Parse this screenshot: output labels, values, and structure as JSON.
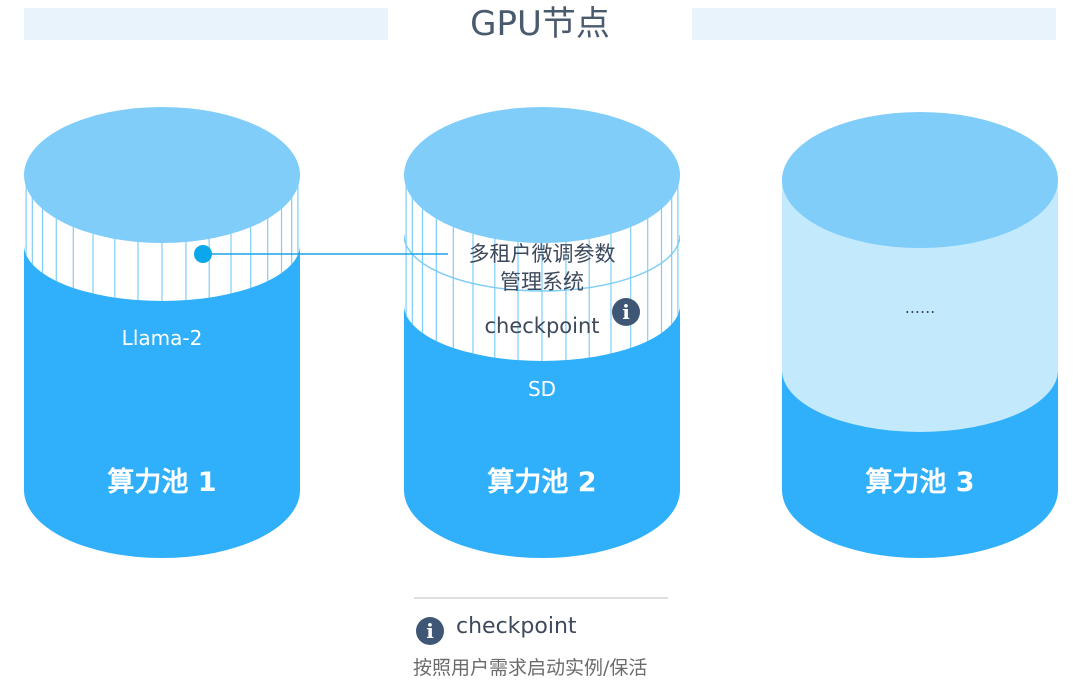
{
  "header": {
    "title": "GPU节点"
  },
  "colors": {
    "pool_body": "#30b0fb",
    "top_face": "#81cdfa",
    "band_white": "#ffffff",
    "band_lines": "#7fcdf6",
    "pool3_light": "#c3e9fd",
    "connector": "#1ba4e6",
    "banner": "#e8f3fc",
    "info_icon": "#3f5775"
  },
  "pools": [
    {
      "name": "算力池 1",
      "model": "Llama-2"
    },
    {
      "name": "算力池 2",
      "model": "SD",
      "system_label_line1": "多租户微调参数",
      "system_label_line2": "管理系统",
      "checkpoint_label": "checkpoint",
      "checkpoint_icon": "info-icon"
    },
    {
      "name": "算力池 3",
      "placeholder": "......"
    }
  ],
  "legend": {
    "icon": "info-icon",
    "icon_glyph": "i",
    "title": "checkpoint",
    "description": "按照用户需求启动实例/保活"
  }
}
